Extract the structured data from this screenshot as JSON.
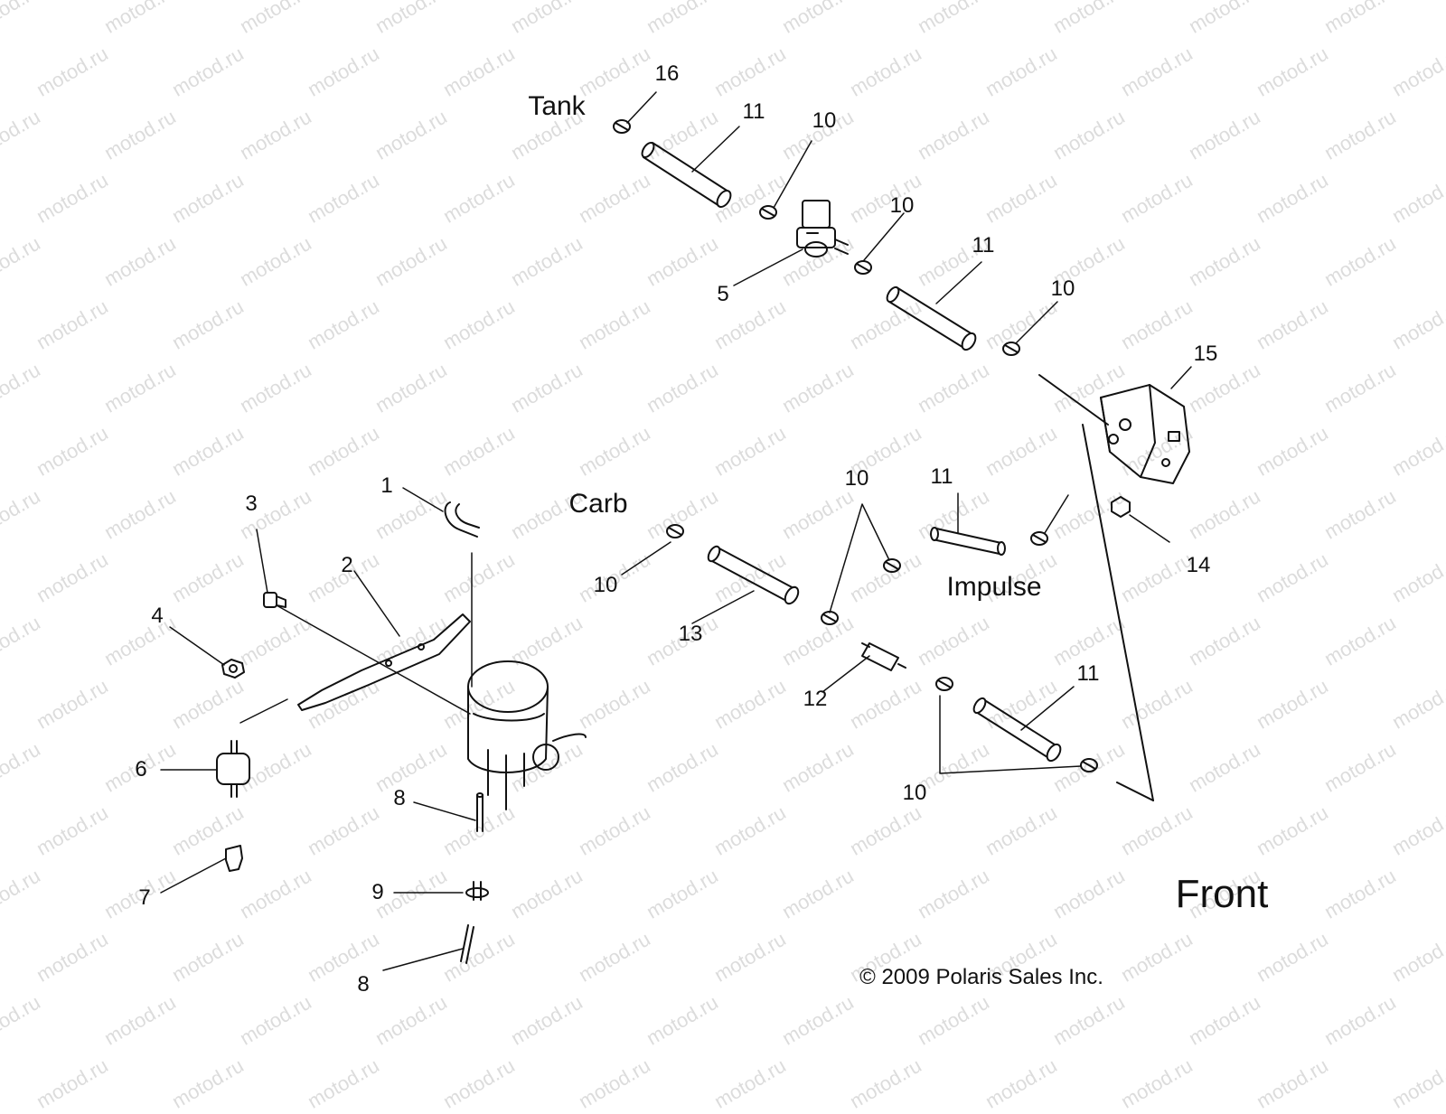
{
  "watermark": "motod.ru",
  "words": {
    "tank": "Tank",
    "carb": "Carb",
    "impulse": "Impulse",
    "front": "Front",
    "copyright": "© 2009 Polaris Sales Inc."
  },
  "callouts": [
    "16",
    "11",
    "10",
    "10",
    "5",
    "11",
    "10",
    "15",
    "1",
    "3",
    "2",
    "4",
    "10",
    "11",
    "10",
    "13",
    "14",
    "12",
    "11",
    "10",
    "6",
    "8",
    "9",
    "7",
    "8"
  ],
  "colors": {
    "ink": "#111111",
    "watermark": "#dcdcdc"
  }
}
